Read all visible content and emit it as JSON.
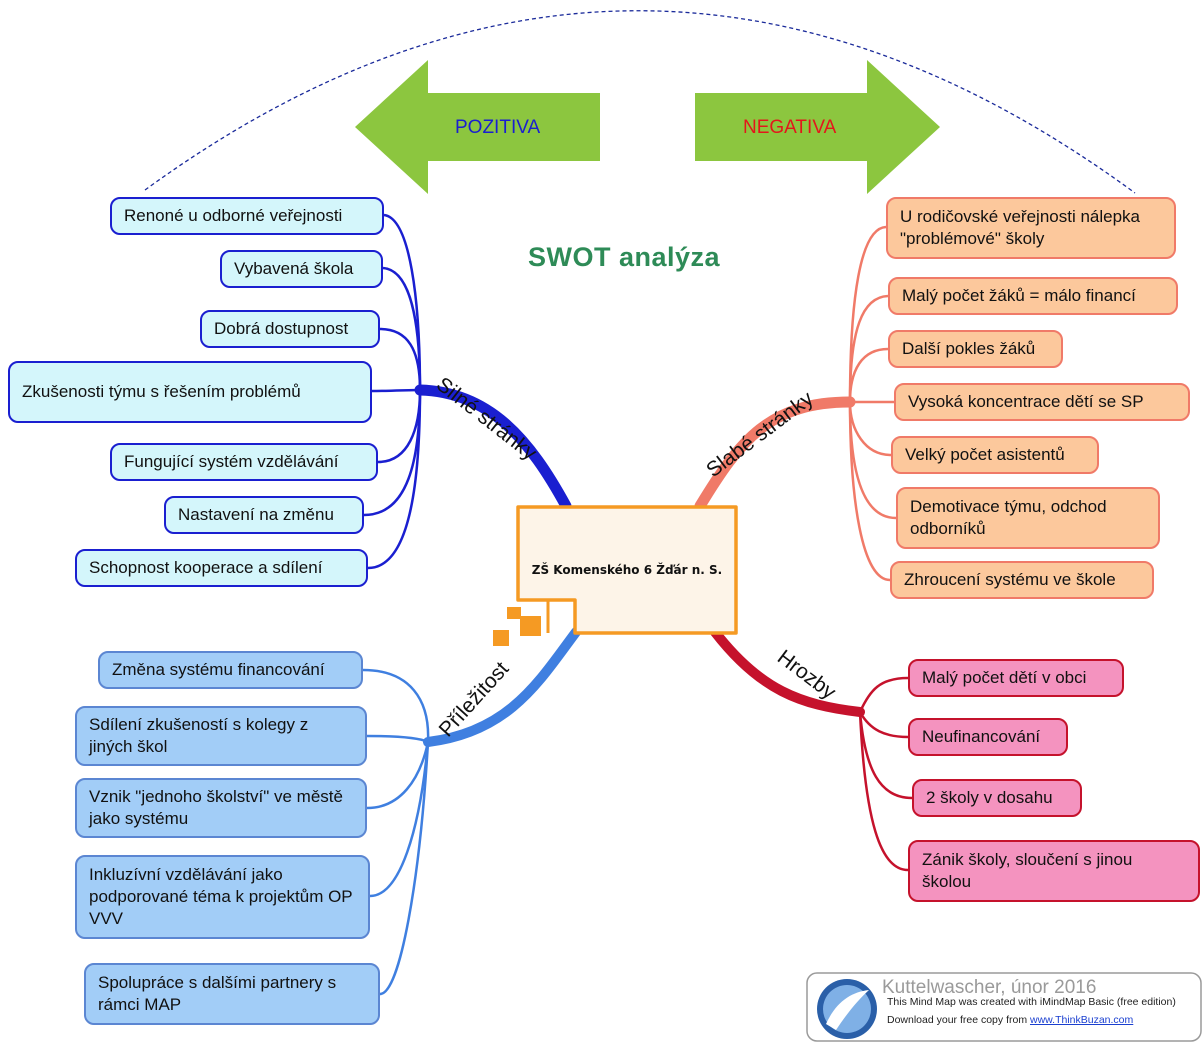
{
  "title": "SWOT analýza",
  "center": "ZŠ Komenského 6 Žďár n. S.",
  "arrows": {
    "left": "POZITIVA",
    "right": "NEGATIVA"
  },
  "branches": {
    "strengths": {
      "label": "Silné stránky",
      "items": [
        "Renoné u odborné veřejnosti",
        "Vybavená škola",
        "Dobrá dostupnost",
        "Zkušenosti týmu s řešením problémů",
        "Fungující systém vzdělávání",
        "Nastavení na změnu",
        "Schopnost kooperace a sdílení"
      ]
    },
    "weaknesses": {
      "label": "Slabé stránky",
      "items": [
        "U rodičovské veřejnosti nálepka \"problémové\" školy",
        "Malý počet žáků = málo financí",
        "Další pokles žáků",
        "Vysoká koncentrace dětí se SP",
        "Velký počet asistentů",
        "Demotivace týmu, odchod odborníků",
        "Zhroucení systému ve škole"
      ]
    },
    "opportunities": {
      "label": "Příležitost",
      "items": [
        "Změna systému financování",
        "Sdílení zkušeností s kolegy z jiných škol",
        "Vznik \"jednoho školství\" ve městě jako systému",
        "Inkluzívní vzdělávání jako podporované téma k projektům OP VVV",
        "Spolupráce s dalšími partnery s rámci MAP"
      ]
    },
    "threats": {
      "label": "Hrozby",
      "items": [
        "Malý počet dětí v obci",
        "Neufinancování",
        "2 školy v dosahu",
        "Zánik školy, sloučení s jinou školou"
      ]
    }
  },
  "watermark": {
    "author": "Kuttelwascher, únor 2016",
    "line1": "This Mind Map was created with iMindMap Basic (free edition)",
    "line2_prefix": "Download your free copy from ",
    "link": "www.ThinkBuzan.com"
  },
  "colors": {
    "strengths": "#1a1fd0",
    "weaknesses": "#f07a68",
    "opportunities": "#3f7fe0",
    "threats": "#c5122c",
    "arrow_fill": "#8cc63f",
    "title": "#2e8b57",
    "center_border": "#f59a23"
  }
}
